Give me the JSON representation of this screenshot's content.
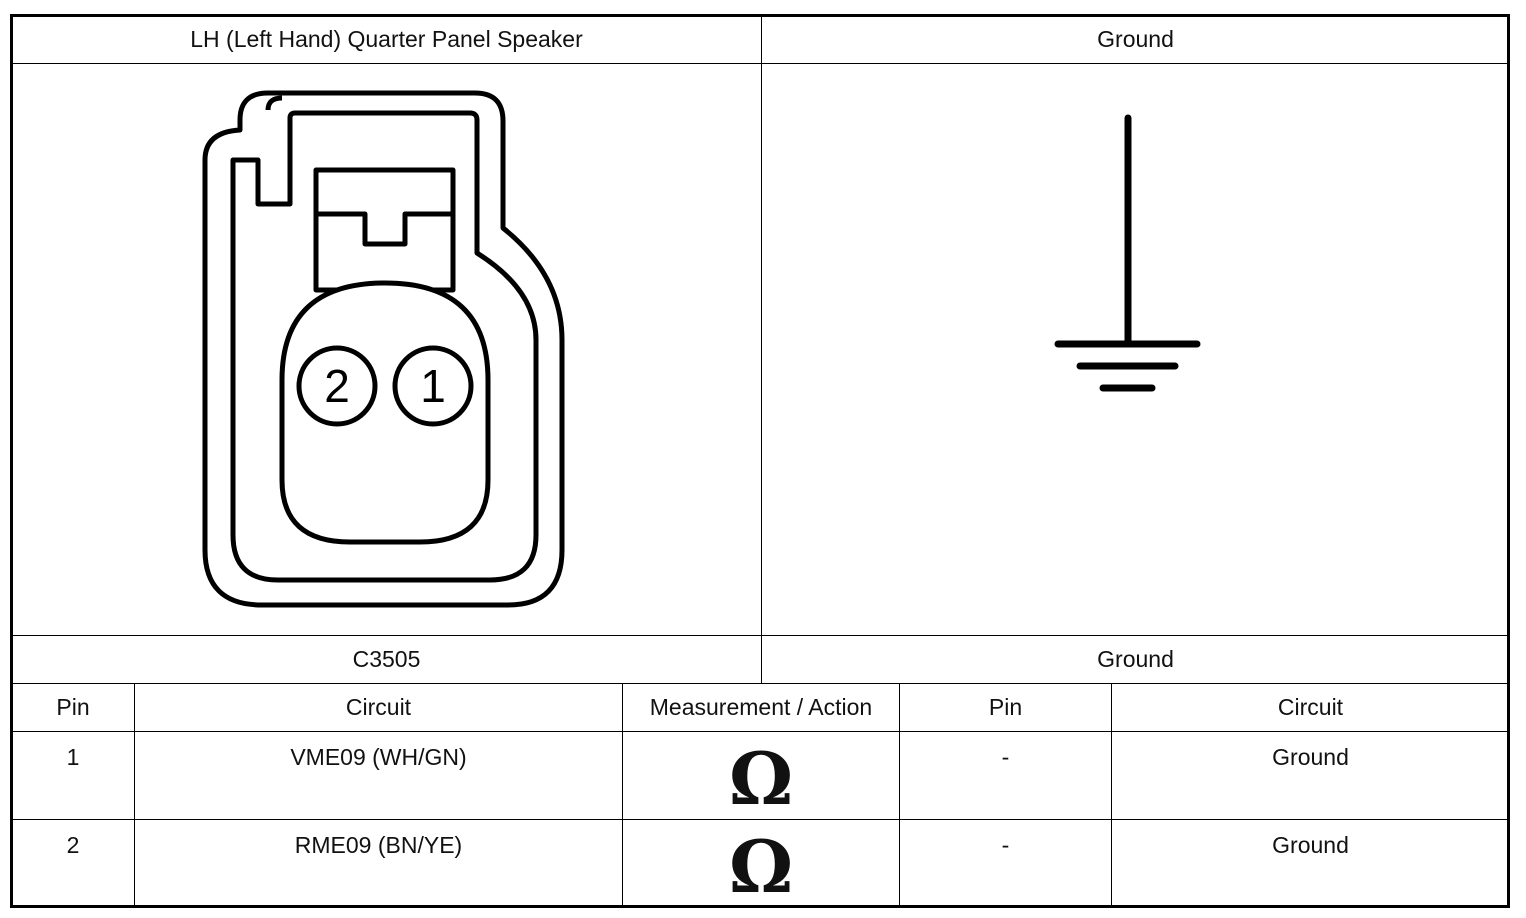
{
  "header": {
    "left_title": "LH (Left Hand) Quarter Panel Speaker",
    "right_title": "Ground"
  },
  "connector": {
    "id": "C3505",
    "pins": [
      "2",
      "1"
    ]
  },
  "ground": {
    "label": "Ground"
  },
  "table": {
    "headers": [
      "Pin",
      "Circuit",
      "Measurement / Action",
      "Pin",
      "Circuit"
    ],
    "rows": [
      {
        "pin": "1",
        "circuit": "VME09 (WH/GN)",
        "action": "Ω",
        "pin2": "-",
        "circuit2": "Ground"
      },
      {
        "pin": "2",
        "circuit": "RME09 (BN/YE)",
        "action": "Ω",
        "pin2": "-",
        "circuit2": "Ground"
      }
    ]
  }
}
